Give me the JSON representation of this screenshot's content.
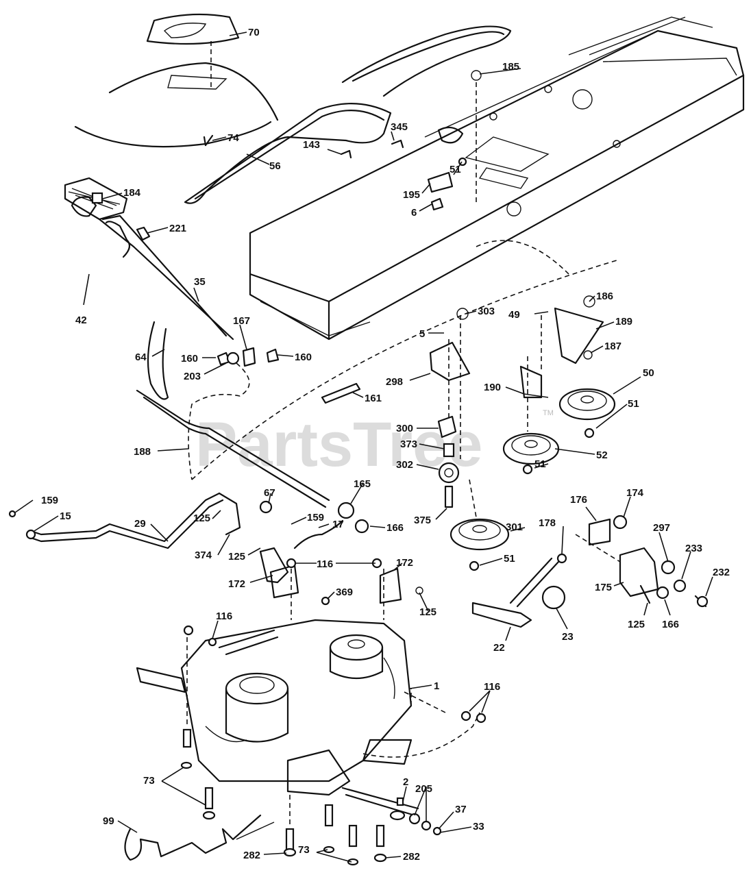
{
  "watermark": {
    "text": "PartsTree",
    "trademark": "TM"
  },
  "callouts": {
    "c70": "70",
    "c74": "74",
    "c56": "56",
    "c345": "345",
    "c143": "143",
    "c185": "185",
    "c51a": "51",
    "c195": "195",
    "c6": "6",
    "c184": "184",
    "c221": "221",
    "c35": "35",
    "c42": "42",
    "c167": "167",
    "c64": "64",
    "c160a": "160",
    "c160b": "160",
    "c203": "203",
    "c161": "161",
    "c188": "188",
    "c303": "303",
    "c5": "5",
    "c298": "298",
    "c300": "300",
    "c373": "373",
    "c302": "302",
    "c375": "375",
    "c49": "49",
    "c186": "186",
    "c189": "189",
    "c187": "187",
    "c190": "190",
    "c50": "50",
    "c51b": "51",
    "c52": "52",
    "c51c": "51",
    "c159a": "159",
    "c15": "15",
    "c29": "29",
    "c125a": "125",
    "c374": "374",
    "c67": "67",
    "c159b": "159",
    "c165": "165",
    "c166a": "166",
    "c125b": "125",
    "c17": "17",
    "c172a": "172",
    "c116a": "116",
    "c172b": "172",
    "c125c": "125",
    "c369": "369",
    "c301": "301",
    "c51d": "51",
    "c178": "178",
    "c176": "176",
    "c174": "174",
    "c297": "297",
    "c233": "233",
    "c232": "232",
    "c175": "175",
    "c125d": "125",
    "c166b": "166",
    "c23": "23",
    "c22": "22",
    "c116b": "116",
    "c1": "1",
    "c116c": "116",
    "c73a": "73",
    "c2": "2",
    "c205": "205",
    "c37": "37",
    "c33": "33",
    "c99": "99",
    "c282a": "282",
    "c73b": "73",
    "c282b": "282"
  }
}
